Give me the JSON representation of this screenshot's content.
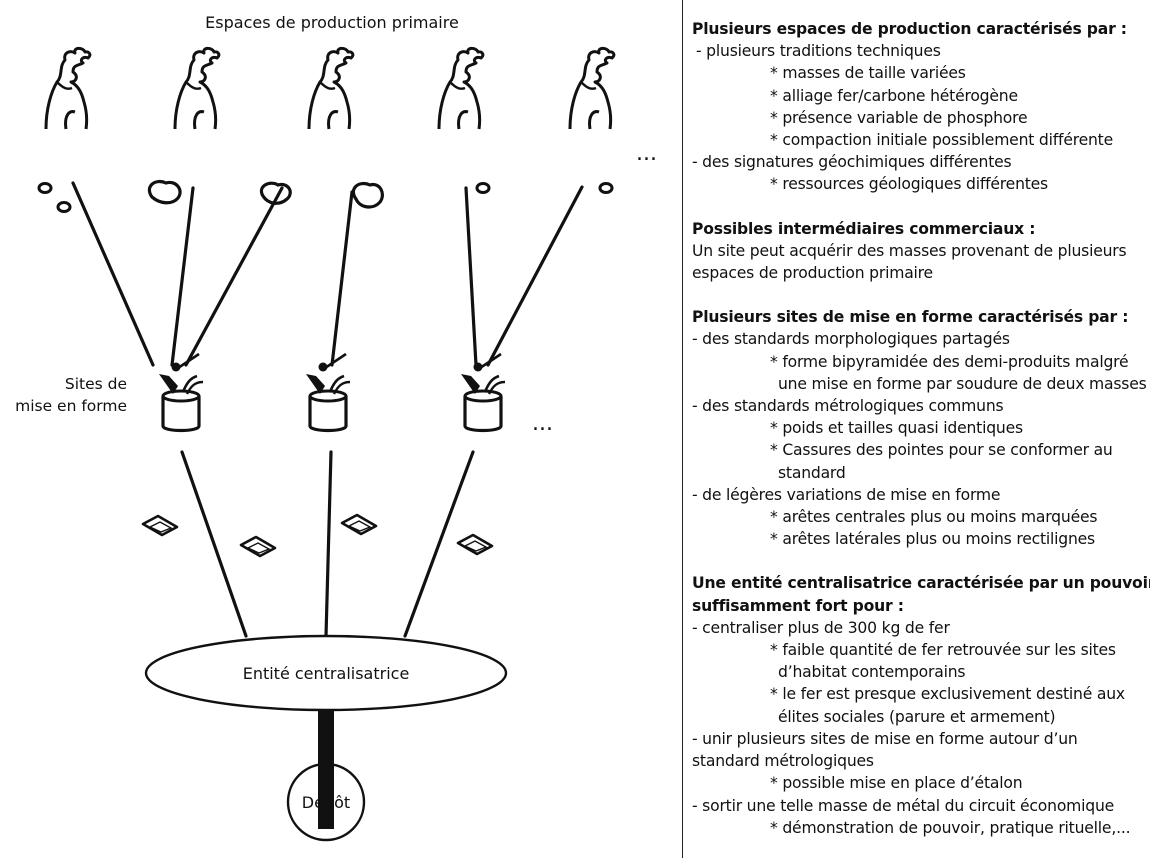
{
  "diagram": {
    "top_label": "Espaces de production primaire",
    "shaping_label_line1": "Sites de",
    "shaping_label_line2": "mise en forme",
    "ellipsis": "...",
    "central_label": "Entité centralisatrice",
    "deposit_label": "Dépôt"
  },
  "legend": {
    "s1_title": "Plusieurs espaces de production caractérisés par :",
    "s1_l1": "- plusieurs traditions techniques",
    "s1_l2": "* masses de taille variées",
    "s1_l3": "* alliage fer/carbone hétérogène",
    "s1_l4": "* présence variable de phosphore",
    "s1_l5": "* compaction initiale possiblement différente",
    "s1_l6": "- des signatures géochimiques différentes",
    "s1_l7": "* ressources géologiques différentes",
    "s2_title": "Possibles intermédiaires commerciaux :",
    "s2_l1": "Un site peut acquérir des masses provenant de plusieurs",
    "s2_l2": "espaces de production primaire",
    "s3_title": "Plusieurs sites de mise en forme caractérisés par :",
    "s3_l1": "- des standards morphologiques partagés",
    "s3_l2": "* forme bipyramidée des demi-produits malgré",
    "s3_l3": "une mise en forme par soudure de deux masses",
    "s3_l4": "- des standards métrologiques communs",
    "s3_l5": "* poids et tailles quasi identiques",
    "s3_l6": "* Cassures des pointes pour se conformer au",
    "s3_l7": "standard",
    "s3_l8": "- de légères variations de mise en forme",
    "s3_l9": "* arêtes centrales plus ou moins marquées",
    "s3_l10": "* arêtes latérales plus ou moins rectilignes",
    "s4_title1": "Une entité centralisatrice caractérisée par un pouvoir",
    "s4_title2": "suffisamment fort pour :",
    "s4_l1": "- centraliser plus de 300 kg de fer",
    "s4_l2": "* faible quantité de fer retrouvée sur les sites",
    "s4_l3": "d’habitat contemporains",
    "s4_l4": "* le fer est presque exclusivement destiné aux",
    "s4_l5": "élites sociales (parure et armement)",
    "s4_l6": "- unir plusieurs sites de mise en forme autour d’un",
    "s4_l7": "standard métrologiques",
    "s4_l8": "* possible mise en place d’étalon",
    "s4_l9": "- sortir une telle masse de métal du circuit économique",
    "s4_l10": "* démonstration de pouvoir, pratique rituelle,..."
  }
}
